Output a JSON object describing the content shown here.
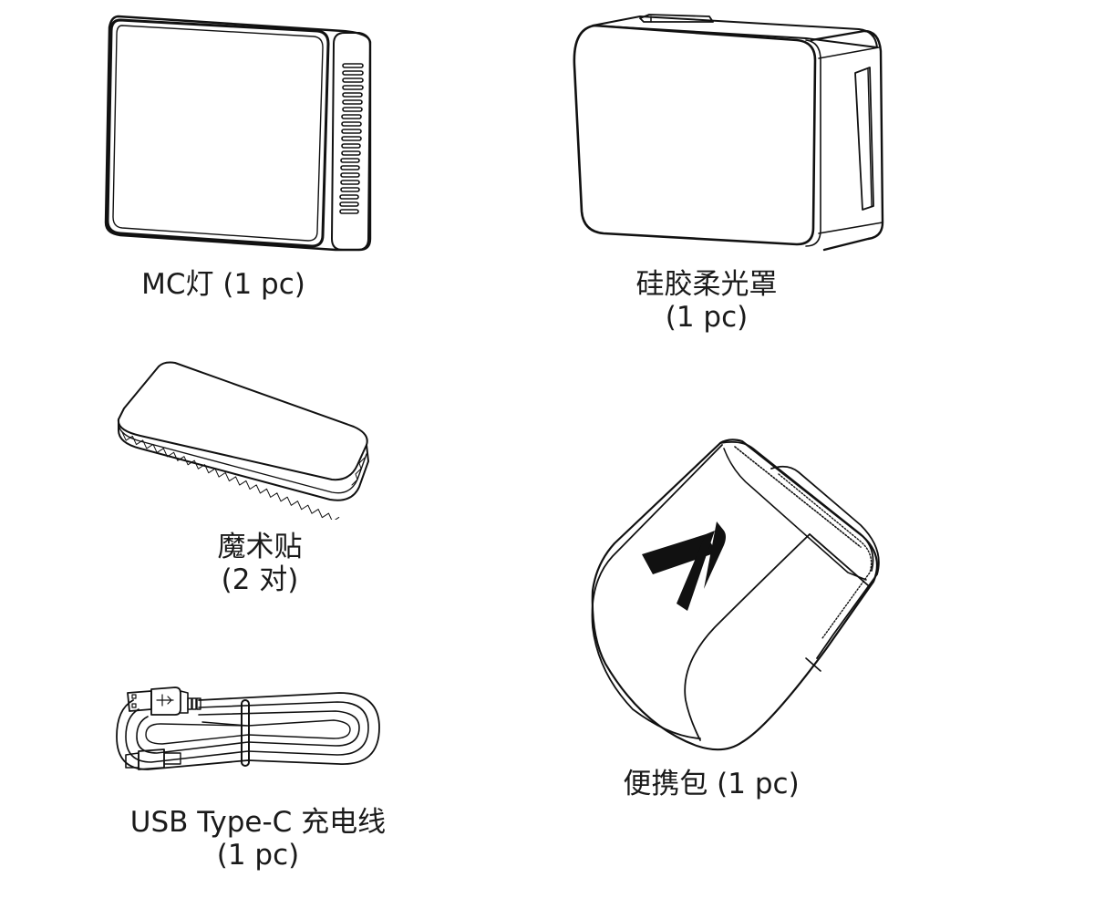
{
  "document": {
    "type": "package-contents",
    "stroke_color": "#111111",
    "background_color": "#ffffff",
    "items": [
      {
        "id": "mc-light",
        "icon": "mc-light-icon",
        "label_line1": "MC灯 (1 pc)",
        "label_line2": ""
      },
      {
        "id": "silicone-diffuser",
        "icon": "silicone-diffuser-icon",
        "label_line1": "硅胶柔光罩",
        "label_line2": "(1 pc)"
      },
      {
        "id": "velcro",
        "icon": "velcro-pad-icon",
        "label_line1": "魔术贴",
        "label_line2": "(2 对)"
      },
      {
        "id": "carry-pouch",
        "icon": "carry-pouch-icon",
        "label_line1": "便携包 (1 pc)",
        "label_line2": ""
      },
      {
        "id": "usb-cable",
        "icon": "usb-c-cable-icon",
        "label_line1": "USB Type-C 充电线",
        "label_line2": "(1 pc)"
      }
    ]
  }
}
